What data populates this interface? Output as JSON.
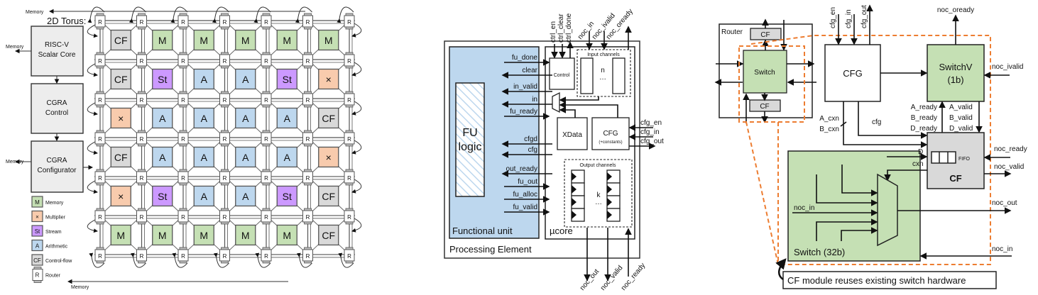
{
  "panel_a": {
    "torus_label": "2D Torus:",
    "memory_label": "Memory",
    "blocks": [
      {
        "id": "riscv",
        "label_lines": [
          "RISC-V",
          "Scalar Core"
        ]
      },
      {
        "id": "control",
        "label_lines": [
          "CGRA",
          "Control"
        ]
      },
      {
        "id": "configurator",
        "label_lines": [
          "CGRA",
          "Configurator"
        ]
      }
    ],
    "router_label": "R",
    "grid": [
      [
        "CF",
        "M",
        "M",
        "M",
        "M",
        "M"
      ],
      [
        "CF",
        "St",
        "A",
        "A",
        "St",
        "×"
      ],
      [
        "×",
        "A",
        "A",
        "A",
        "A",
        "CF"
      ],
      [
        "CF",
        "A",
        "A",
        "A",
        "A",
        "×"
      ],
      [
        "×",
        "St",
        "A",
        "A",
        "St",
        "CF"
      ],
      [
        "M",
        "M",
        "M",
        "M",
        "M",
        "CF"
      ]
    ],
    "pe_colors": {
      "M": "#c5e0b4",
      "×": "#f8cbad",
      "St": "#cc99ff",
      "A": "#bdd7ee",
      "CF": "#d9d9d9"
    },
    "legend": [
      {
        "key": "M",
        "label": "Memory"
      },
      {
        "key": "×",
        "label": "Multiplier"
      },
      {
        "key": "St",
        "label": "Stream"
      },
      {
        "key": "A",
        "label": "Arithmetic"
      },
      {
        "key": "CF",
        "label": "Control-flow"
      },
      {
        "key": "R",
        "label": "Router"
      }
    ]
  },
  "panel_b": {
    "title": "Processing Element",
    "fu_title": "Functional unit",
    "fu_logic_lines": [
      "FU",
      "logic"
    ],
    "ucore_title": "µcore",
    "control_label": "Control",
    "input_channels_label": "Input channels",
    "input_n": "n",
    "output_channels_label": "Output channels",
    "output_k": "k",
    "xdata_label": "XData",
    "cfg_label": "CFG",
    "cfg_sub": "(+constants)",
    "top_signals": [
      "ctrl_en",
      "ctrl_clear",
      "ctrl_done",
      "noc_in",
      "noc_ivalid",
      "noc_oready"
    ],
    "fu_signals": [
      "fu_done",
      "clear",
      "in_valid",
      "in",
      "fu_ready",
      "cfgd",
      "cfg",
      "out_ready",
      "fu_out",
      "fu_alloc",
      "fu_valid"
    ],
    "cfg_signals": [
      "cfg_en",
      "cfg_in",
      "cfg_out"
    ],
    "bottom_signals": [
      "noc_out",
      "noc_valid",
      "noc_ready"
    ]
  },
  "panel_c": {
    "router_label": "Router",
    "cf_label": "CF",
    "switch_label": "Switch",
    "cfg_label": "CFG",
    "switchv_lines": [
      "SwitchV",
      "(1b)"
    ],
    "cfg_top_signals": [
      "cfg_en",
      "cfg_in",
      "cfg_out"
    ],
    "noc_oready": "noc_oready",
    "noc_ivalid": "noc_ivalid",
    "ready_signals": [
      "A_ready",
      "B_ready",
      "D_ready"
    ],
    "valid_signals": [
      "A_valid",
      "B_valid",
      "D_valid"
    ],
    "cxn_signals": [
      "A_cxn",
      "B_cxn"
    ],
    "cfg_wire": "cfg",
    "d_label": "D",
    "cxn_label": "cxn",
    "fifo_label": "FIFO",
    "cf_big_label": "CF",
    "noc_ready": "noc_ready",
    "noc_valid": "noc_valid",
    "noc_out": "noc_out",
    "noc_in": "noc_in",
    "switch32_label": "Switch (32b)",
    "callout": "CF module reuses existing switch hardware",
    "accent": "#ed7d31"
  }
}
